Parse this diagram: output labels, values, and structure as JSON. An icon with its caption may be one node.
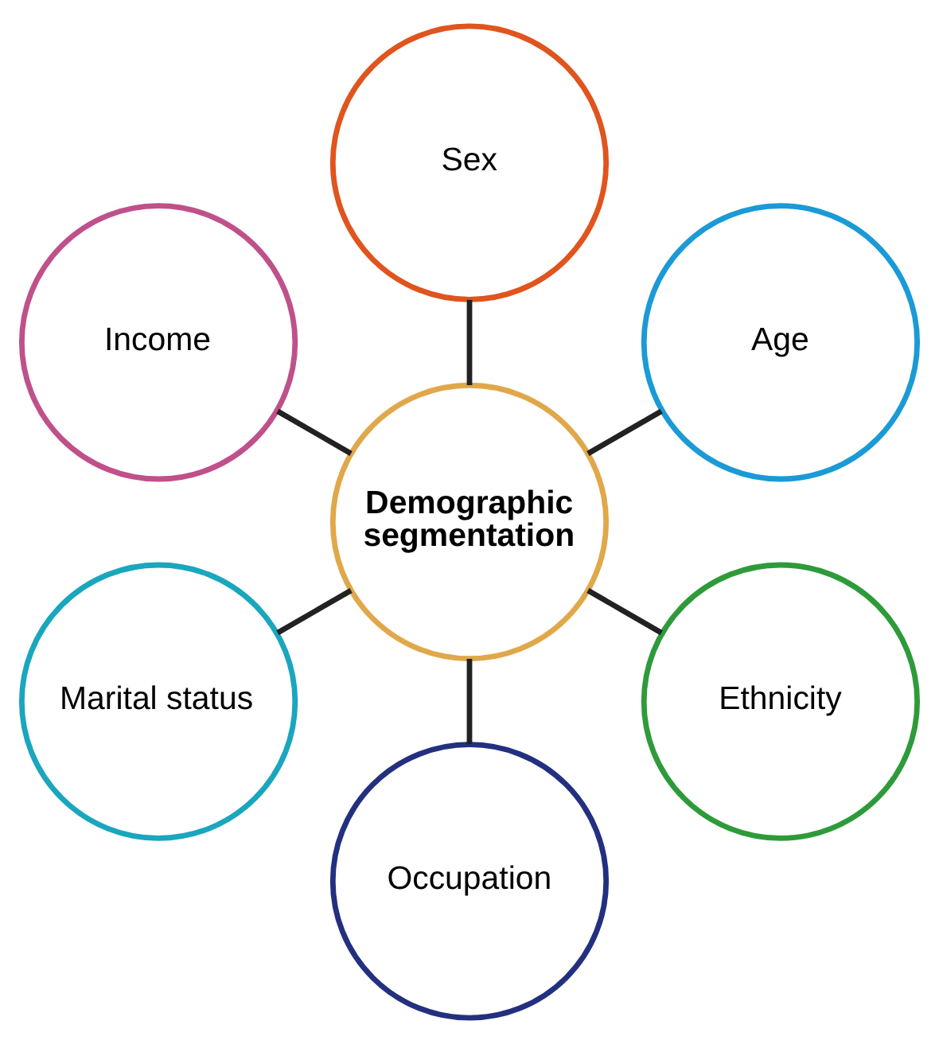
{
  "diagram": {
    "nodes": [
      {
        "text": [
          "Demographic segmentation"
        ]
      },
      {
        "text": [
          "Age"
        ]
      },
      {
        "text": [
          "Sex"
        ]
      },
      {
        "text": [
          "Income"
        ]
      },
      {
        "text": [
          "Marital status"
        ]
      },
      {
        "text": [
          "Occupation"
        ]
      },
      {
        "text": [
          "Ethnicity"
        ]
      }
    ],
    "edges": [
      {
        "from": 0,
        "to": 1,
        "arrow": "none"
      },
      {
        "from": 0,
        "to": 2,
        "arrow": "none"
      },
      {
        "from": 0,
        "to": 3,
        "arrow": "none"
      },
      {
        "from": 0,
        "to": 4,
        "arrow": "none"
      },
      {
        "from": 0,
        "to": 5,
        "arrow": "none"
      },
      {
        "from": 0,
        "to": 6,
        "arrow": "none"
      }
    ]
  }
}
